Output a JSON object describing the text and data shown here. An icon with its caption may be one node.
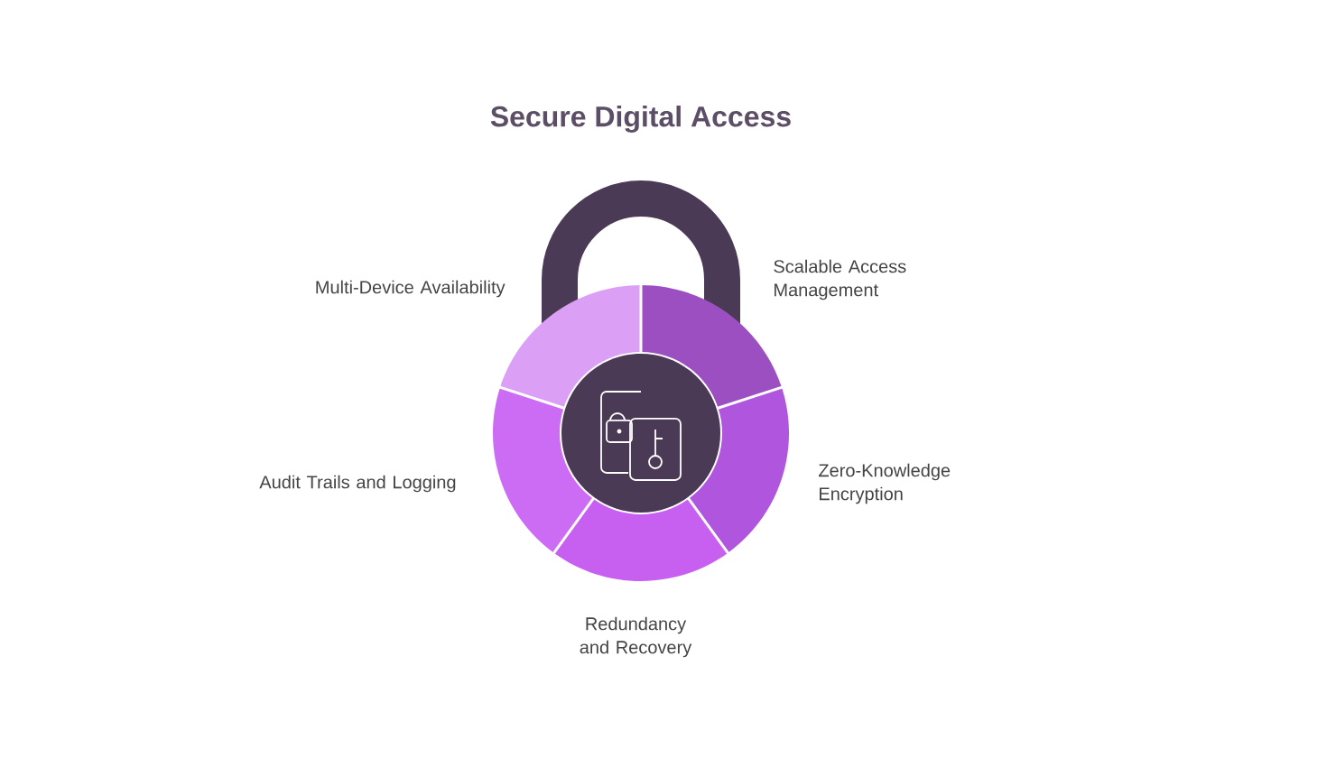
{
  "diagram": {
    "title": "Secure Digital Access",
    "labels": [
      "Scalable Access Management",
      "Multi-Device Availability",
      "Audit Trails and Logging",
      "Zero-Knowledge Encryption",
      "Redundancy and Recovery"
    ]
  }
}
